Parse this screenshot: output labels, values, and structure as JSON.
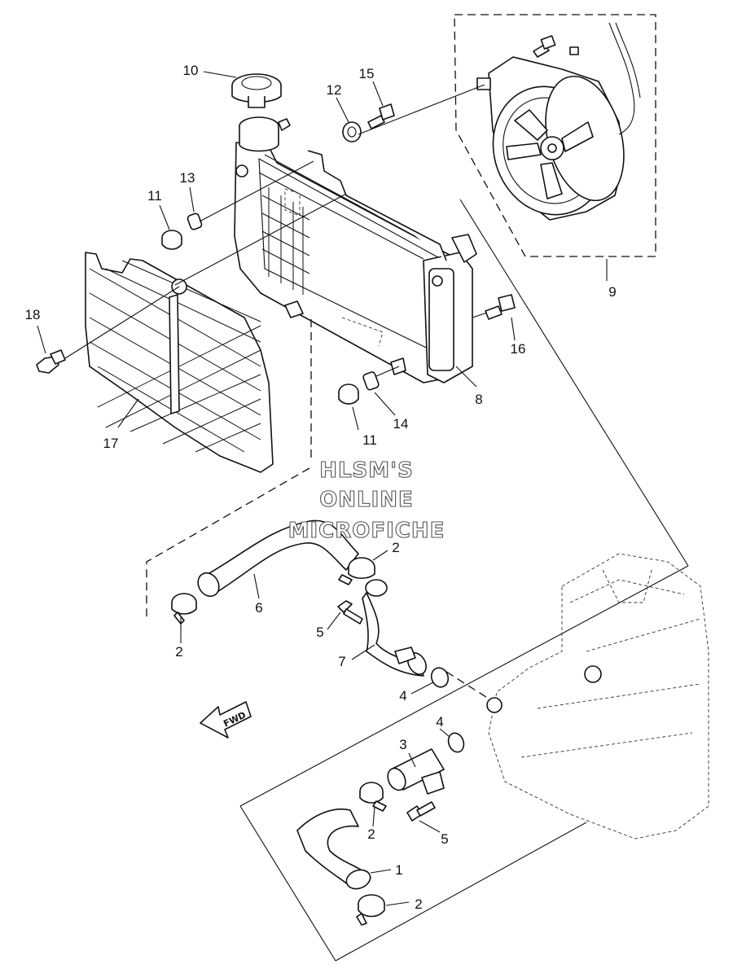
{
  "watermark": {
    "line1": "HLSM'S",
    "line2": "ONLINE",
    "line3": "MICROFICHE"
  },
  "direction_label": "FWD",
  "callouts": [
    {
      "id": "c1",
      "text": "1"
    },
    {
      "id": "c2a",
      "text": "2"
    },
    {
      "id": "c2b",
      "text": "2"
    },
    {
      "id": "c2c",
      "text": "2"
    },
    {
      "id": "c2d",
      "text": "2"
    },
    {
      "id": "c3",
      "text": "3"
    },
    {
      "id": "c4a",
      "text": "4"
    },
    {
      "id": "c4b",
      "text": "4"
    },
    {
      "id": "c5a",
      "text": "5"
    },
    {
      "id": "c5b",
      "text": "5"
    },
    {
      "id": "c6",
      "text": "6"
    },
    {
      "id": "c7",
      "text": "7"
    },
    {
      "id": "c8",
      "text": "8"
    },
    {
      "id": "c9",
      "text": "9"
    },
    {
      "id": "c10",
      "text": "10"
    },
    {
      "id": "c11a",
      "text": "11"
    },
    {
      "id": "c11b",
      "text": "11"
    },
    {
      "id": "c12",
      "text": "12"
    },
    {
      "id": "c13",
      "text": "13"
    },
    {
      "id": "c14",
      "text": "14"
    },
    {
      "id": "c15",
      "text": "15"
    },
    {
      "id": "c16",
      "text": "16"
    },
    {
      "id": "c17",
      "text": "17"
    },
    {
      "id": "c18",
      "text": "18"
    }
  ]
}
